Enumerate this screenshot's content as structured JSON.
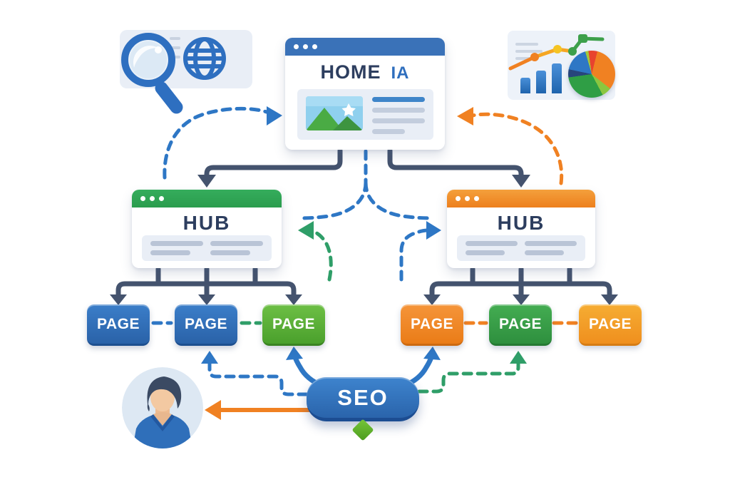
{
  "home": {
    "title": "HOME",
    "tag": "IA"
  },
  "hubs": {
    "left": {
      "title": "HUB"
    },
    "right": {
      "title": "HUB"
    }
  },
  "pages": {
    "left": [
      {
        "label": "PAGE",
        "color": "#2f6fba"
      },
      {
        "label": "PAGE",
        "color": "#2f6fba"
      },
      {
        "label": "PAGE",
        "color": "#5cb33c"
      }
    ],
    "right": [
      {
        "label": "PAGE",
        "color": "#ef8424"
      },
      {
        "label": "PAGE",
        "color": "#34a04a"
      },
      {
        "label": "PAGE",
        "color": "#f3a028"
      }
    ]
  },
  "seo": {
    "label": "SEO"
  },
  "icons": {
    "top_left": [
      "magnifier-icon",
      "globe-icon"
    ],
    "top_right": [
      "bar-chart-icon",
      "line-chart-icon",
      "pie-chart-icon"
    ],
    "bottom_left": "user-avatar",
    "window_controls": "three-dots"
  },
  "colors": {
    "home_bar": "#3a72b8",
    "hub_left_bar": "#2fa452",
    "hub_right_bar": "#ee8420",
    "navy_arrow": "#44536e",
    "blue_dashed": "#2e77c5",
    "teal_dashed": "#2f9e68",
    "orange_arrow": "#f08122",
    "seo_badge": "#2a64ab",
    "title_text": "#2d3e5f"
  }
}
